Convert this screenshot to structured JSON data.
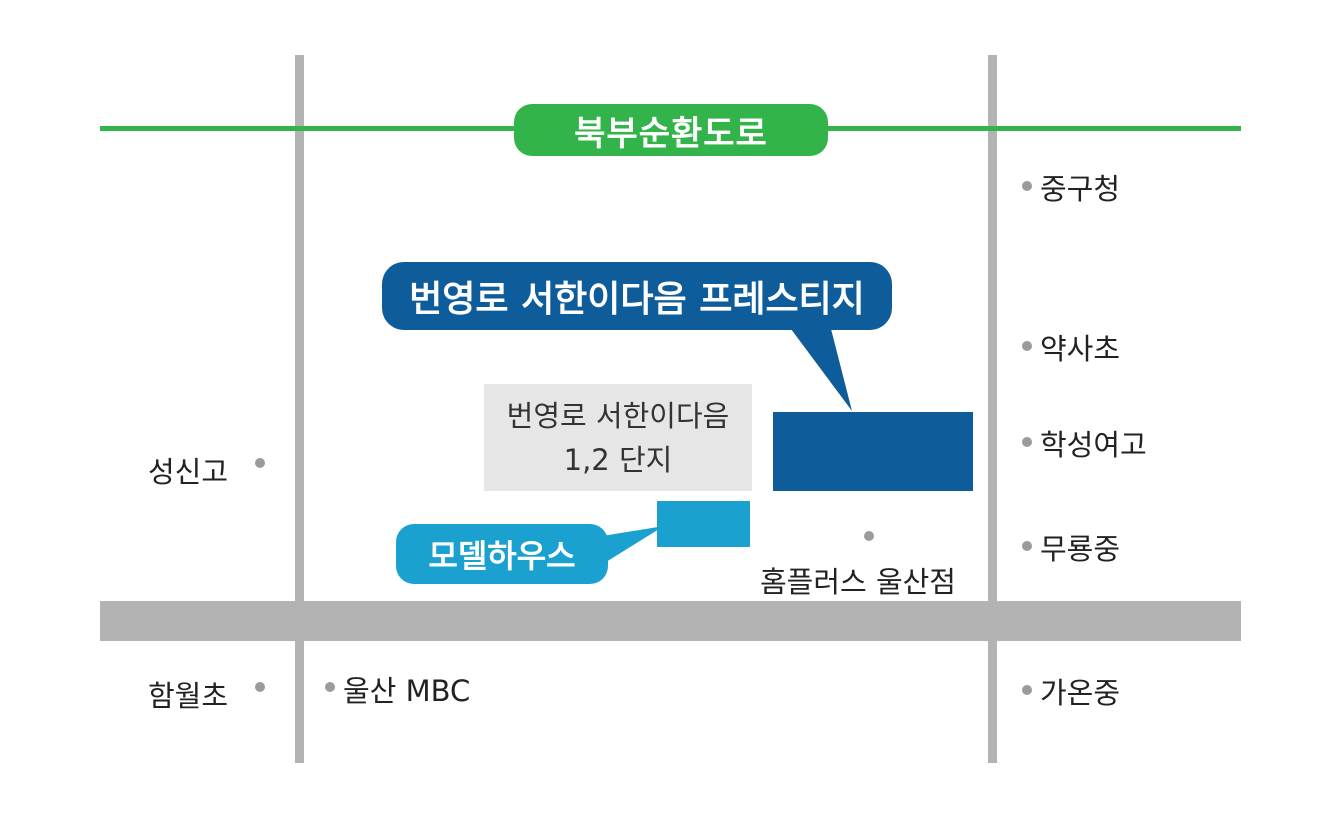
{
  "roads": {
    "main_road_label": "북부순환도로"
  },
  "callouts": {
    "prestige": "번영로 서한이다음 프레스티지",
    "model_house": "모델하우스"
  },
  "existing_complex": {
    "line1": "번영로 서한이다음",
    "line2": "1,2 단지"
  },
  "landmarks": {
    "junggu_office": "중구청",
    "yaksa_elem": "약사초",
    "hakseong_girls": "학성여고",
    "muryong_middle": "무룡중",
    "gaon_middle": "가온중",
    "seongsin_high": "성신고",
    "hamwol_elem": "함월초",
    "ulsan_mbc": "울산 MBC",
    "homeplus": "홈플러스 울산점"
  },
  "colors": {
    "road": "#b3b3b3",
    "green_road": "#33b44a",
    "prestige_blue": "#0e5c9a",
    "model_house_cyan": "#1aa1d0",
    "existing_grey": "#e6e6e6"
  }
}
